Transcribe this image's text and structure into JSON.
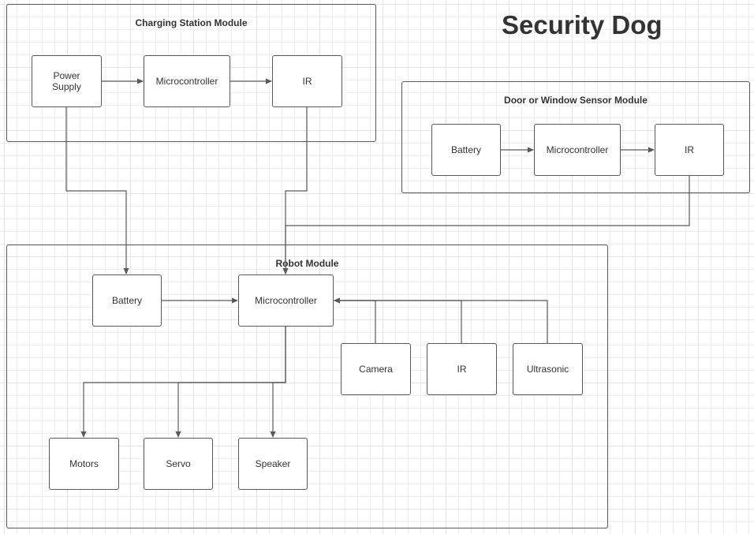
{
  "title": "Security Dog",
  "colors": {
    "line": "#595959",
    "text": "#333333",
    "grid": "#e4e4e4"
  },
  "modules": {
    "charging": {
      "title": "Charging Station Module",
      "blocks": {
        "power_supply": "Power\nSupply",
        "microcontroller": "Microcontroller",
        "ir": "IR"
      }
    },
    "door": {
      "title": "Door or Window Sensor Module",
      "blocks": {
        "battery": "Battery",
        "microcontroller": "Microcontroller",
        "ir": "IR"
      }
    },
    "robot": {
      "title": "Robot Module",
      "blocks": {
        "battery": "Battery",
        "microcontroller": "Microcontroller",
        "camera": "Camera",
        "ir": "IR",
        "ultrasonic": "Ultrasonic",
        "motors": "Motors",
        "servo": "Servo",
        "speaker": "Speaker"
      }
    }
  },
  "connections": [
    {
      "from": "Power Supply",
      "to": "Microcontroller (Charging Station)"
    },
    {
      "from": "Microcontroller (Charging Station)",
      "to": "IR (Charging Station)"
    },
    {
      "from": "Battery (Door or Window)",
      "to": "Microcontroller (Door or Window)"
    },
    {
      "from": "Microcontroller (Door or Window)",
      "to": "IR (Door or Window)"
    },
    {
      "from": "Power Supply",
      "to": "Battery (Robot)"
    },
    {
      "from": "IR (Charging Station)",
      "to": "Microcontroller (Robot)"
    },
    {
      "from": "IR (Door or Window)",
      "to": "Microcontroller (Robot)"
    },
    {
      "from": "Battery (Robot)",
      "to": "Microcontroller (Robot)"
    },
    {
      "from": "Camera",
      "to": "Microcontroller (Robot)"
    },
    {
      "from": "IR (Robot)",
      "to": "Microcontroller (Robot)"
    },
    {
      "from": "Ultrasonic",
      "to": "Microcontroller (Robot)"
    },
    {
      "from": "Microcontroller (Robot)",
      "to": "Motors"
    },
    {
      "from": "Microcontroller (Robot)",
      "to": "Servo"
    },
    {
      "from": "Microcontroller (Robot)",
      "to": "Speaker"
    }
  ]
}
